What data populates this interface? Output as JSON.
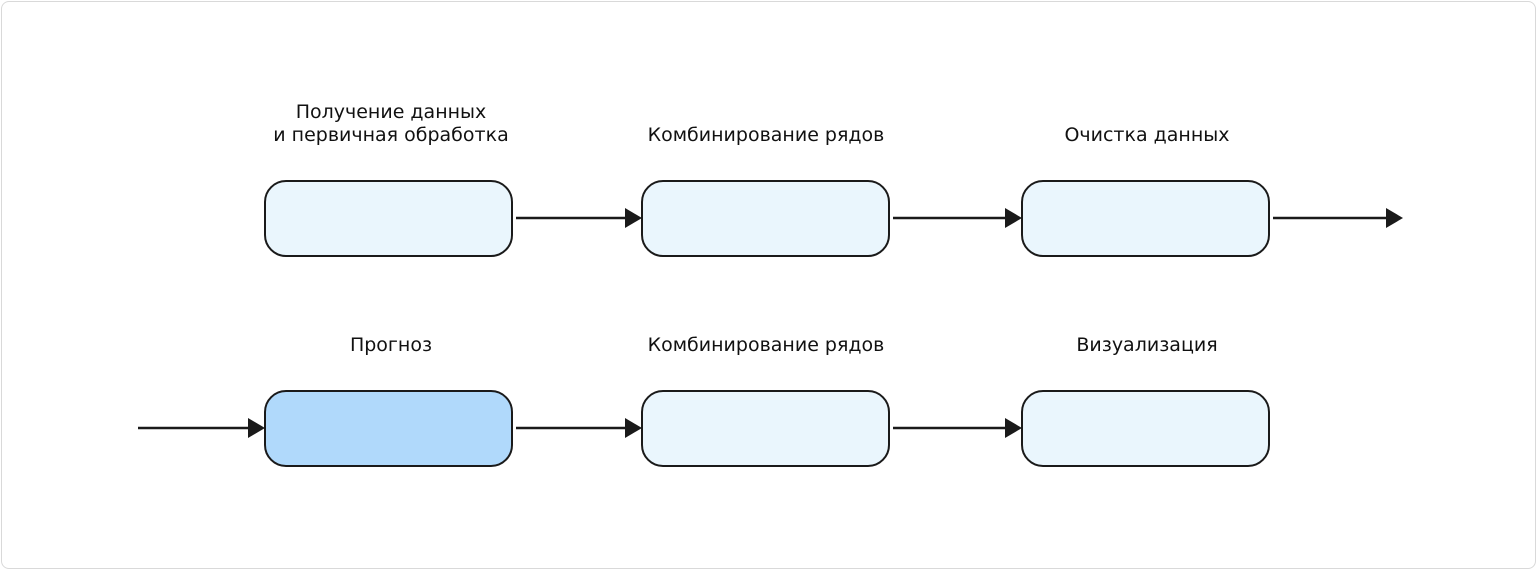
{
  "steps": [
    {
      "label_line1": "Получение данных",
      "label_line2": "и первичная обработка",
      "highlighted": false
    },
    {
      "label_line1": "Комбинирование рядов",
      "label_line2": "",
      "highlighted": false
    },
    {
      "label_line1": "Очистка данных",
      "label_line2": "",
      "highlighted": false
    },
    {
      "label_line1": "Прогноз",
      "label_line2": "",
      "highlighted": true
    },
    {
      "label_line1": "Комбинирование рядов",
      "label_line2": "",
      "highlighted": false
    },
    {
      "label_line1": "Визуализация",
      "label_line2": "",
      "highlighted": false
    }
  ],
  "colors": {
    "box_fill": "#eaf6fd",
    "box_highlight_fill": "#b0d9fb",
    "stroke": "#1a1a1a"
  }
}
